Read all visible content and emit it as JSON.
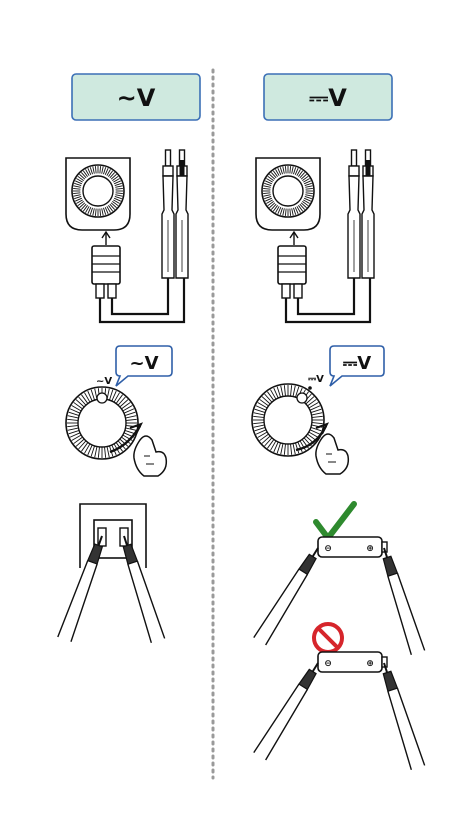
{
  "left_panel": {
    "mode_label": "~V",
    "bubble_label": "~V",
    "dial_tick_label": "~V"
  },
  "right_panel": {
    "mode_label": "⎓V",
    "bubble_label": "⎓V",
    "dial_tick_label": "⎓V",
    "battery_neg_symbol": "⊖",
    "battery_pos_symbol": "⊕"
  },
  "colors": {
    "label_fill": "#cfe9df",
    "label_border": "#3b6fb6",
    "bubble_border": "#2f5fa8",
    "check_green": "#2e8a2e",
    "prohibit_red": "#d6252b",
    "divider_gray": "#9a9a9a"
  }
}
